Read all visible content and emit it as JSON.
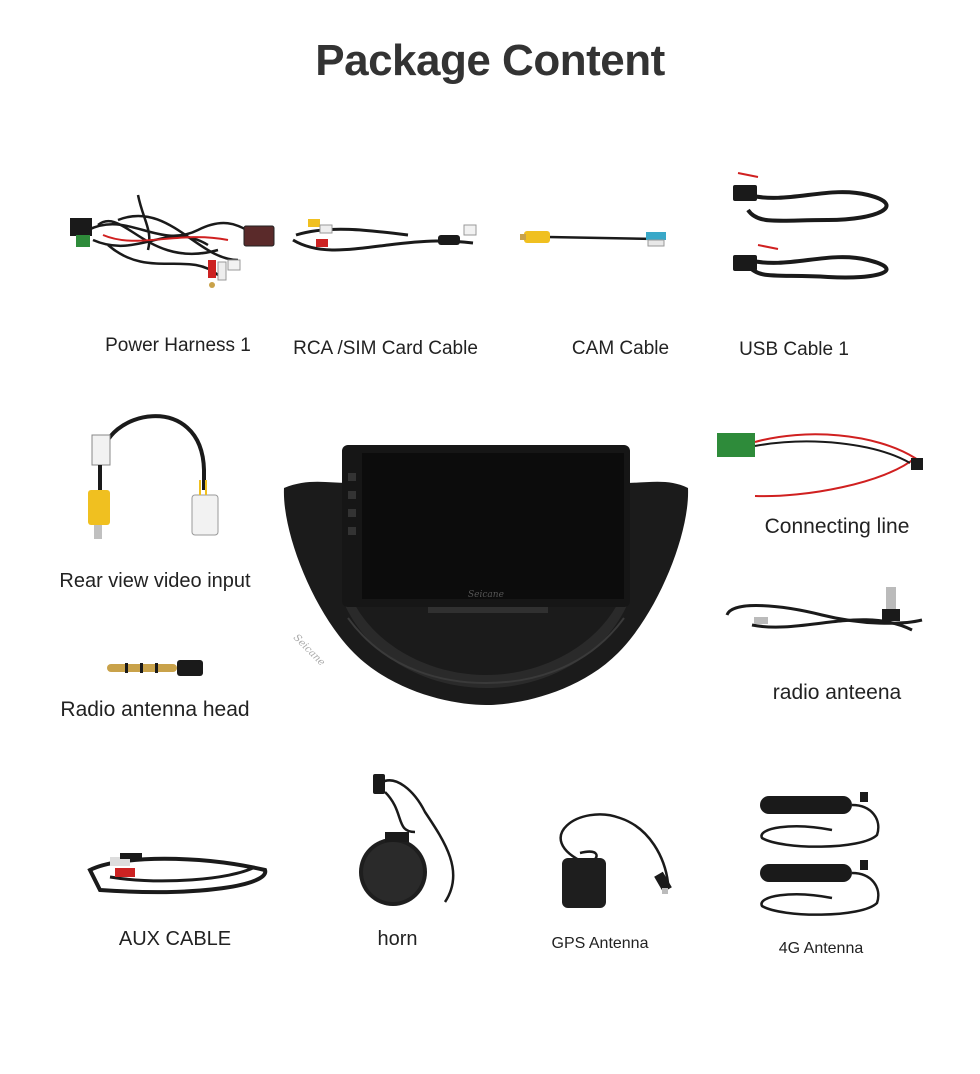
{
  "title": "Package Content",
  "items": {
    "power_harness": "Power Harness 1",
    "rca_sim": "RCA /SIM Card Cable",
    "cam": "CAM Cable",
    "usb": "USB Cable 1",
    "rear_view": "Rear view video input",
    "radio_head": "Radio antenna head",
    "connecting": "Connecting line",
    "radio_ant": "radio anteena",
    "aux": "AUX CABLE",
    "horn": "horn",
    "gps": "GPS Antenna",
    "g4": "4G Antenna"
  },
  "brand": {
    "watermark": "Seicane"
  },
  "colors": {
    "title": "#333333",
    "cable": "#1a1a1a",
    "red_wire": "#d02020",
    "connector_green": "#2e8b3a",
    "rca_yellow": "#f0c020",
    "rca_red": "#cc2222",
    "gold_plug": "#c9a24a",
    "screen_black": "#0c0c0c",
    "bezel": "#1b1b1b"
  }
}
